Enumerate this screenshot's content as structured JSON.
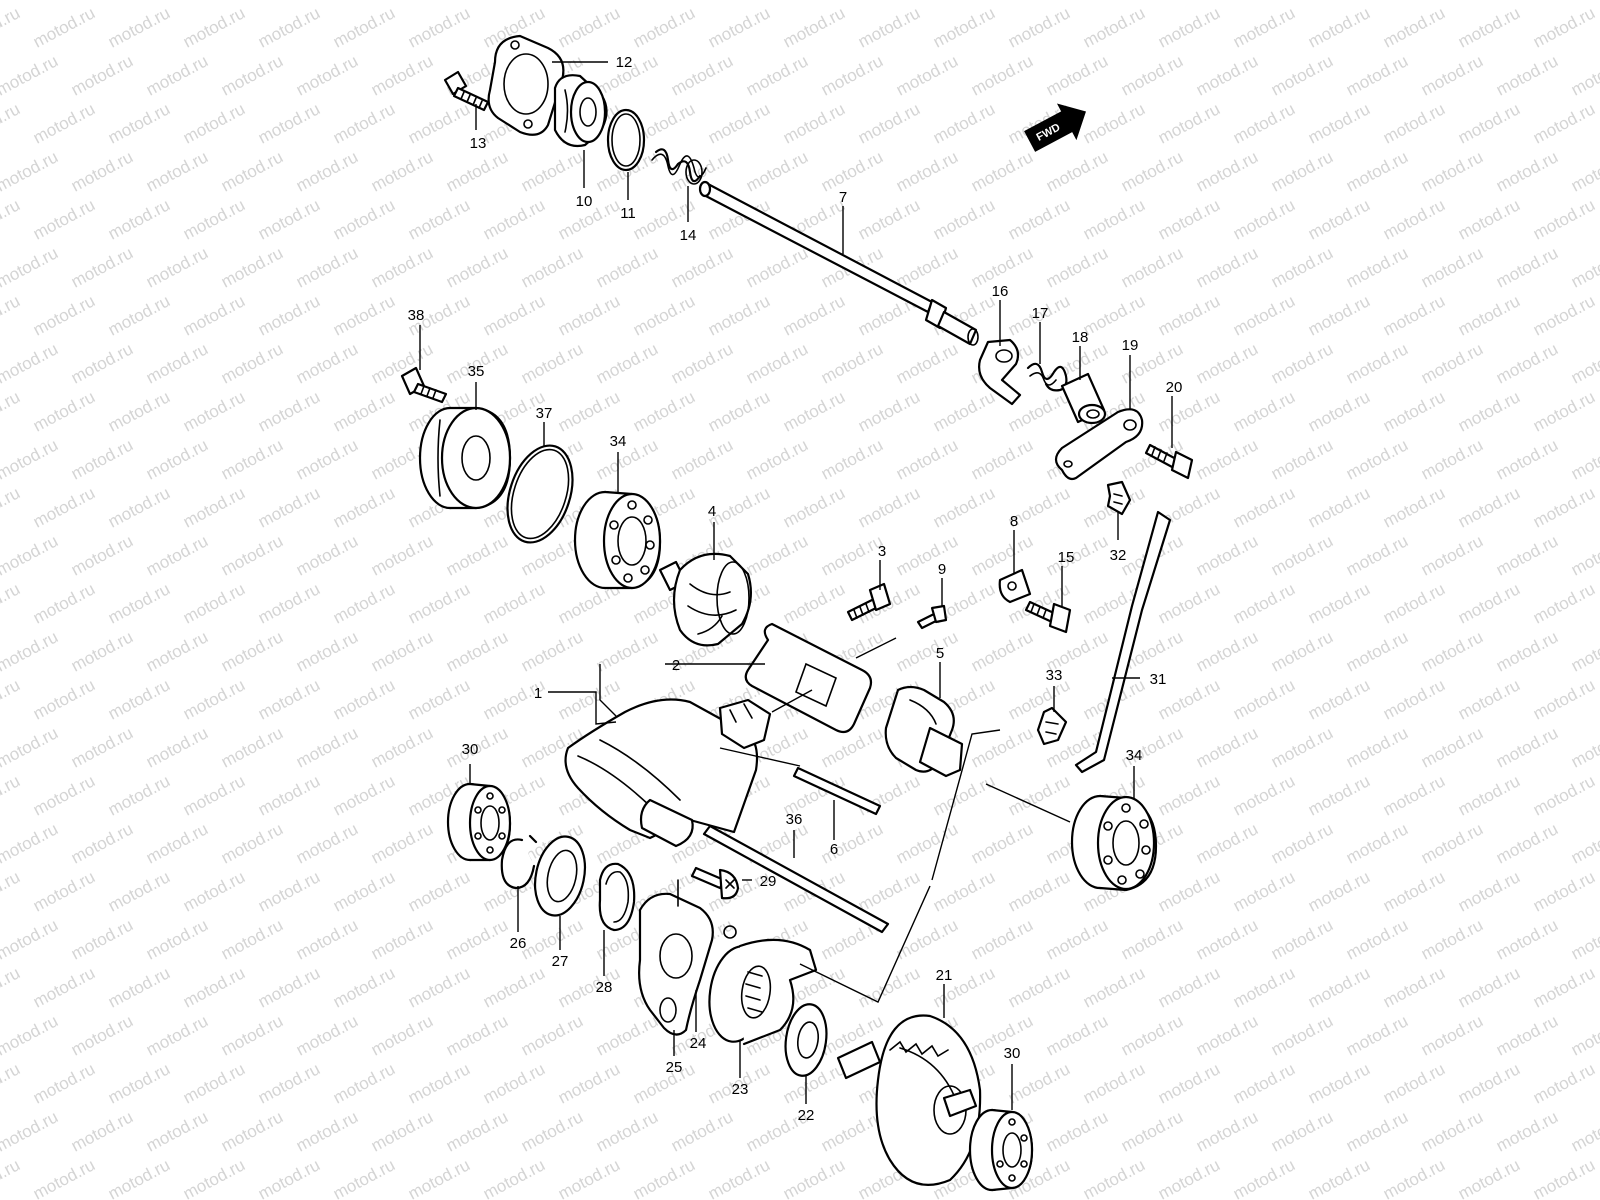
{
  "watermark": "motod.ru",
  "fwd_label": "FWD",
  "callouts": [
    {
      "id": "c1",
      "text": "1"
    },
    {
      "id": "c2",
      "text": "2"
    },
    {
      "id": "c3",
      "text": "3"
    },
    {
      "id": "c4",
      "text": "4"
    },
    {
      "id": "c5",
      "text": "5"
    },
    {
      "id": "c6",
      "text": "6"
    },
    {
      "id": "c7",
      "text": "7"
    },
    {
      "id": "c8",
      "text": "8"
    },
    {
      "id": "c9",
      "text": "9"
    },
    {
      "id": "c10",
      "text": "10"
    },
    {
      "id": "c11",
      "text": "11"
    },
    {
      "id": "c12",
      "text": "12"
    },
    {
      "id": "c13",
      "text": "13"
    },
    {
      "id": "c14",
      "text": "14"
    },
    {
      "id": "c15",
      "text": "15"
    },
    {
      "id": "c16",
      "text": "16"
    },
    {
      "id": "c17",
      "text": "17"
    },
    {
      "id": "c18",
      "text": "18"
    },
    {
      "id": "c19",
      "text": "19"
    },
    {
      "id": "c20",
      "text": "20"
    },
    {
      "id": "c21",
      "text": "21"
    },
    {
      "id": "c22",
      "text": "22"
    },
    {
      "id": "c23",
      "text": "23"
    },
    {
      "id": "c24",
      "text": "24"
    },
    {
      "id": "c25",
      "text": "25"
    },
    {
      "id": "c26",
      "text": "26"
    },
    {
      "id": "c27",
      "text": "27"
    },
    {
      "id": "c28",
      "text": "28"
    },
    {
      "id": "c29",
      "text": "29"
    },
    {
      "id": "c30a",
      "text": "30"
    },
    {
      "id": "c30b",
      "text": "30"
    },
    {
      "id": "c31",
      "text": "31"
    },
    {
      "id": "c32",
      "text": "32"
    },
    {
      "id": "c33",
      "text": "33"
    },
    {
      "id": "c34a",
      "text": "34"
    },
    {
      "id": "c34b",
      "text": "34"
    },
    {
      "id": "c35",
      "text": "35"
    },
    {
      "id": "c36",
      "text": "36"
    },
    {
      "id": "c37",
      "text": "37"
    },
    {
      "id": "c38",
      "text": "38"
    }
  ]
}
